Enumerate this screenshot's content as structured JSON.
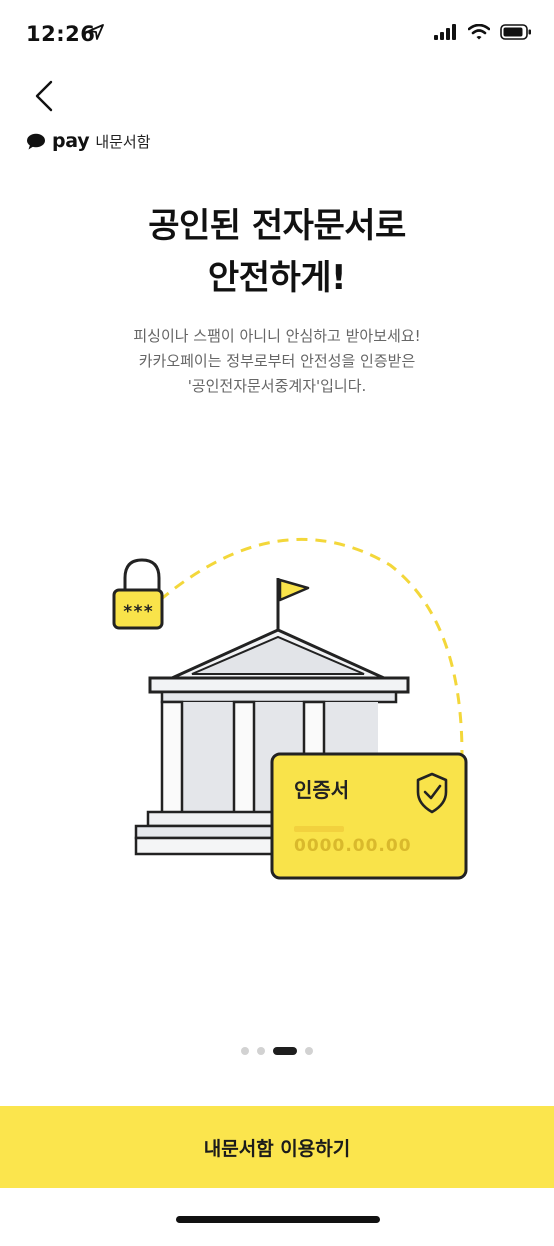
{
  "status_bar": {
    "time": "12:26",
    "icons": [
      "location-arrow-icon",
      "cellular-signal-icon",
      "wifi-icon",
      "battery-icon"
    ]
  },
  "nav": {
    "back_icon": "chevron-left-icon"
  },
  "brand": {
    "logo_icon": "speech-bubble-icon",
    "pay": "pay",
    "label": "내문서함"
  },
  "headline": {
    "line1": "공인된 전자문서로",
    "line2": "안전하게!"
  },
  "description": {
    "line1": "피싱이나 스팸이 아니니 안심하고 받아보세요!",
    "line2": "카카오페이는 정부로부터 안전성을 인증받은",
    "line3": "'공인전자문서중계자'입니다."
  },
  "illustration": {
    "lock_text": "***",
    "certificate_title": "인증서",
    "certificate_number": "0000.00.00",
    "icons": [
      "padlock-icon",
      "government-building-icon",
      "flag-icon",
      "shield-check-icon"
    ]
  },
  "pager": {
    "count": 4,
    "active_index": 2
  },
  "cta": {
    "label": "내문서함 이용하기"
  },
  "colors": {
    "accent_yellow": "#fbe54d",
    "card_yellow": "#f9e34a",
    "dashed_line": "#f3d73a",
    "text_dark": "#111111",
    "text_gray": "#666666"
  }
}
